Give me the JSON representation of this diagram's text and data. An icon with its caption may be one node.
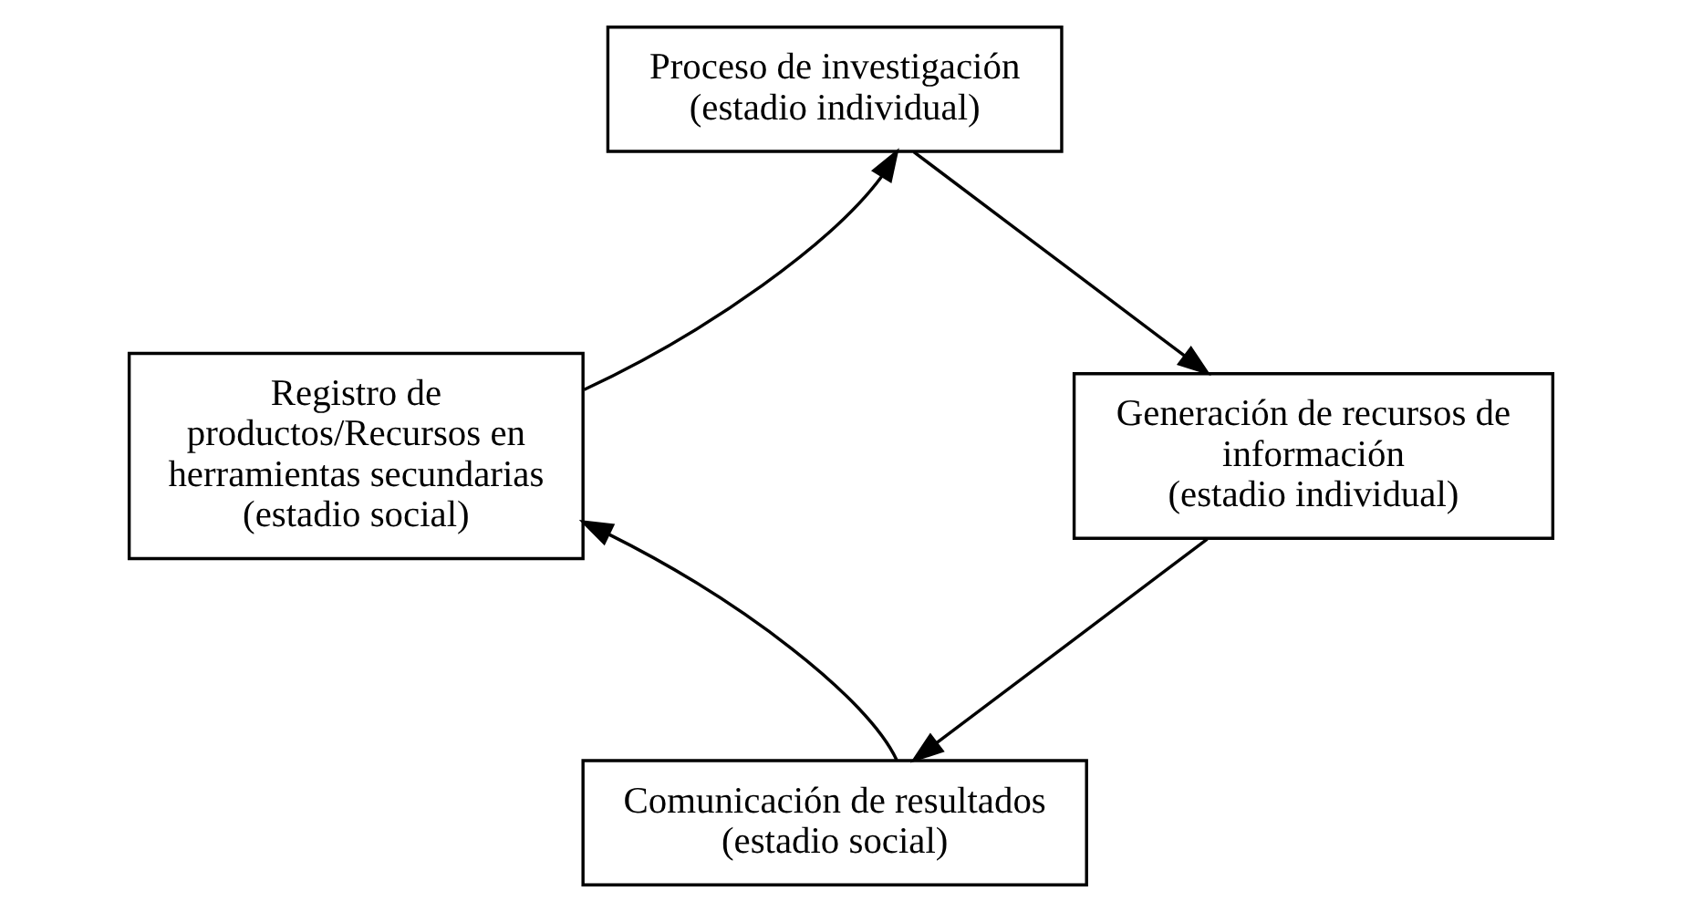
{
  "diagram": {
    "nodes": [
      {
        "text": [
          "Proceso de investigación",
          "(estadio individual)"
        ]
      },
      {
        "text": [
          "Generación de recursos de información",
          "(estadio individual)"
        ]
      },
      {
        "text": [
          "Comunicación de resultados",
          "(estadio social)"
        ]
      },
      {
        "text": [
          "Registro de productos/Recursos en herramientas secundarias",
          "(estadio social)"
        ]
      }
    ],
    "edges": [
      {
        "from": 0,
        "to": 1,
        "arrow": "to"
      },
      {
        "from": 1,
        "to": 2,
        "arrow": "to"
      },
      {
        "from": 2,
        "to": 3,
        "arrow": "to"
      },
      {
        "from": 3,
        "to": 0,
        "arrow": "to"
      }
    ]
  }
}
